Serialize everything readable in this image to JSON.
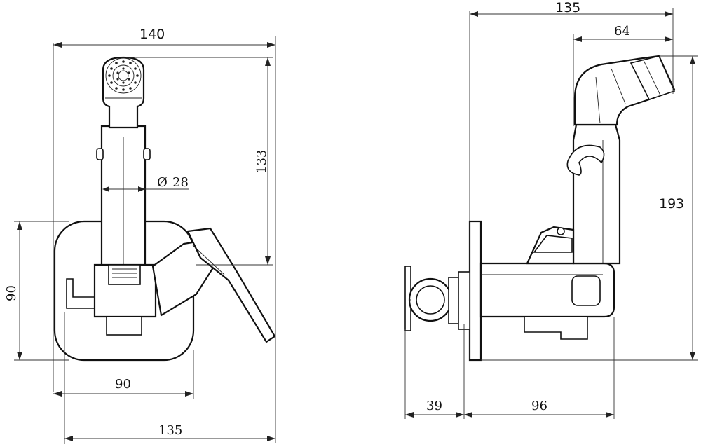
{
  "front_view": {
    "dim_width_total": "140",
    "dim_height_spout": "133",
    "dim_diameter": "28",
    "diameter_symbol": "Ø",
    "dim_plate_height": "90",
    "dim_plate_width": "90",
    "dim_overall_width": "135"
  },
  "side_view": {
    "dim_width_total": "135",
    "dim_spout_reach": "64",
    "dim_height_total": "193",
    "dim_wall_depth": "39",
    "dim_body_depth": "96"
  }
}
